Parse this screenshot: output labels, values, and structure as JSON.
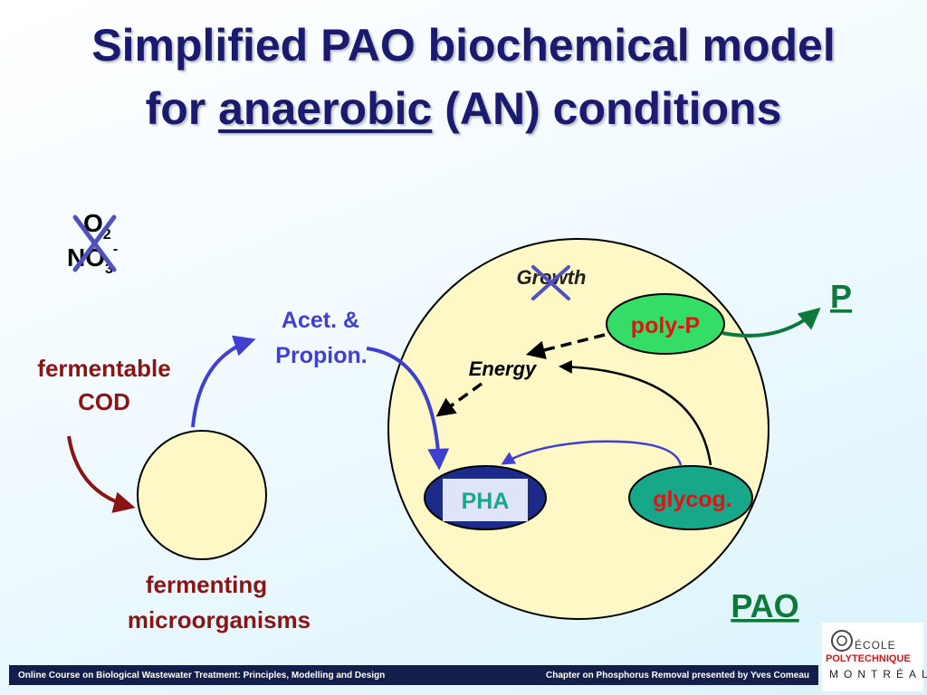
{
  "title": {
    "line1": "Simplified PAO biochemical model",
    "line2_before": "for ",
    "line2_underlined": "anaerobic",
    "line2_after": " (AN) conditions"
  },
  "excluded_acceptors": {
    "o2": "O",
    "o2_sub": "2",
    "no3": "NO",
    "no3_sub": "3",
    "no3_sup": "-"
  },
  "labels": {
    "fermentable_cod_1": "fermentable",
    "fermentable_cod_2": "COD",
    "fermenting_1": "fermenting",
    "fermenting_2": "microorganisms",
    "acet_1": "Acet. &",
    "acet_2": "Propion.",
    "growth": "Growth",
    "energy": "Energy",
    "polyp": "poly-P",
    "pha": "PHA",
    "glycog": "glycog.",
    "p_out": "P",
    "pao": "PAO"
  },
  "footer": {
    "left": "Online Course on Biological Wastewater Treatment: Principles, Modelling and Design",
    "right": "Chapter on Phosphorus Removal presented by Yves Comeau"
  },
  "logo": {
    "ecole": "ÉCOLE",
    "poly": "POLYTECHNIQUE",
    "mtl": "MONTRÉAL"
  },
  "colors": {
    "title": "#1a1a6e",
    "dark_red": "#8b1414",
    "blue_arrow": "#3f3fd0",
    "cell_fill": "#fdf8c6",
    "polyp_fill": "#33dd66",
    "glycog_fill": "#17a88a",
    "red_text": "#e81010",
    "green_dark": "#0e7a3a",
    "cross": "#5050c0"
  }
}
